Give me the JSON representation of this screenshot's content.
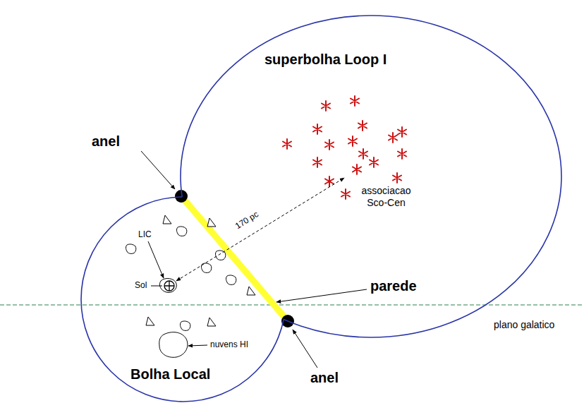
{
  "diagram": {
    "nodes": [
      {
        "text": [
          "superbolha Loop I"
        ]
      },
      {
        "text": [
          "Bolha Local"
        ]
      }
    ],
    "labels": [
      "anel",
      "anel",
      "parede",
      "170 pc",
      "associacao Sco-Cen",
      "LIC",
      "Sol",
      "nuvens HI",
      "plano galatico"
    ]
  }
}
